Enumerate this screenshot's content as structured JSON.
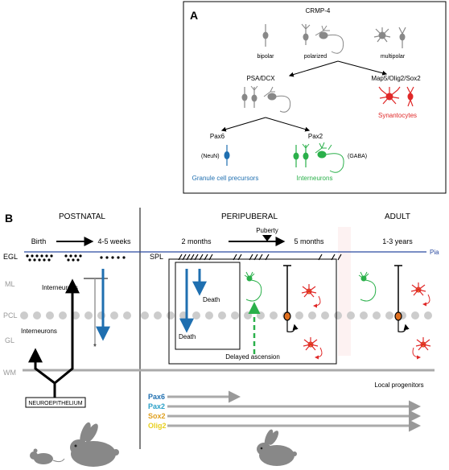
{
  "panel_a": {
    "label": "A",
    "top_title": "CRMP-4",
    "bipolar": "bipolar",
    "polarized": "polarized",
    "multipolar": "multipolar",
    "psa_dcx": "PSA/DCX",
    "map5": "Map5/Olig2/Sox2",
    "synantocytes": "Synantocytes",
    "pax6": "Pax6",
    "pax2": "Pax2",
    "neun": "(NeuN)",
    "gaba": "(GABA)",
    "granule": "Granule cell precursors",
    "interneurons": "Interneurons"
  },
  "panel_b": {
    "label": "B",
    "postnatal": "POSTNATAL",
    "peripuberal": "PERIPUBERAL",
    "adult": "ADULT",
    "birth": "Birth",
    "weeks": "4-5 weeks",
    "two_months": "2 months",
    "puberty": "Puberty",
    "five_months": "5 months",
    "years": "1-3 years",
    "pia": "Pia",
    "spl": "SPL",
    "layers": {
      "egl": "EGL",
      "ml": "ML",
      "pcl": "PCL",
      "gl": "GL",
      "wm": "WM"
    },
    "interneurons_1": "Interneurons",
    "interneurons_2": "Interneurons",
    "death_1": "Death",
    "death_2": "Death",
    "delayed": "Delayed ascension",
    "local": "Local progenitors",
    "neuro": "NEUROEPITHELIUM",
    "markers": [
      {
        "label": "Pax6",
        "color": "#1f6fb0"
      },
      {
        "label": "Pax2",
        "color": "#2aa0c8"
      },
      {
        "label": "Sox2",
        "color": "#e0a020"
      },
      {
        "label": "Olig2",
        "color": "#e8d020"
      }
    ]
  },
  "colors": {
    "blue": "#1f6fb0",
    "green": "#2a9a4a",
    "red": "#e02828",
    "gray": "#999999",
    "pia": "#2a4aa0"
  }
}
